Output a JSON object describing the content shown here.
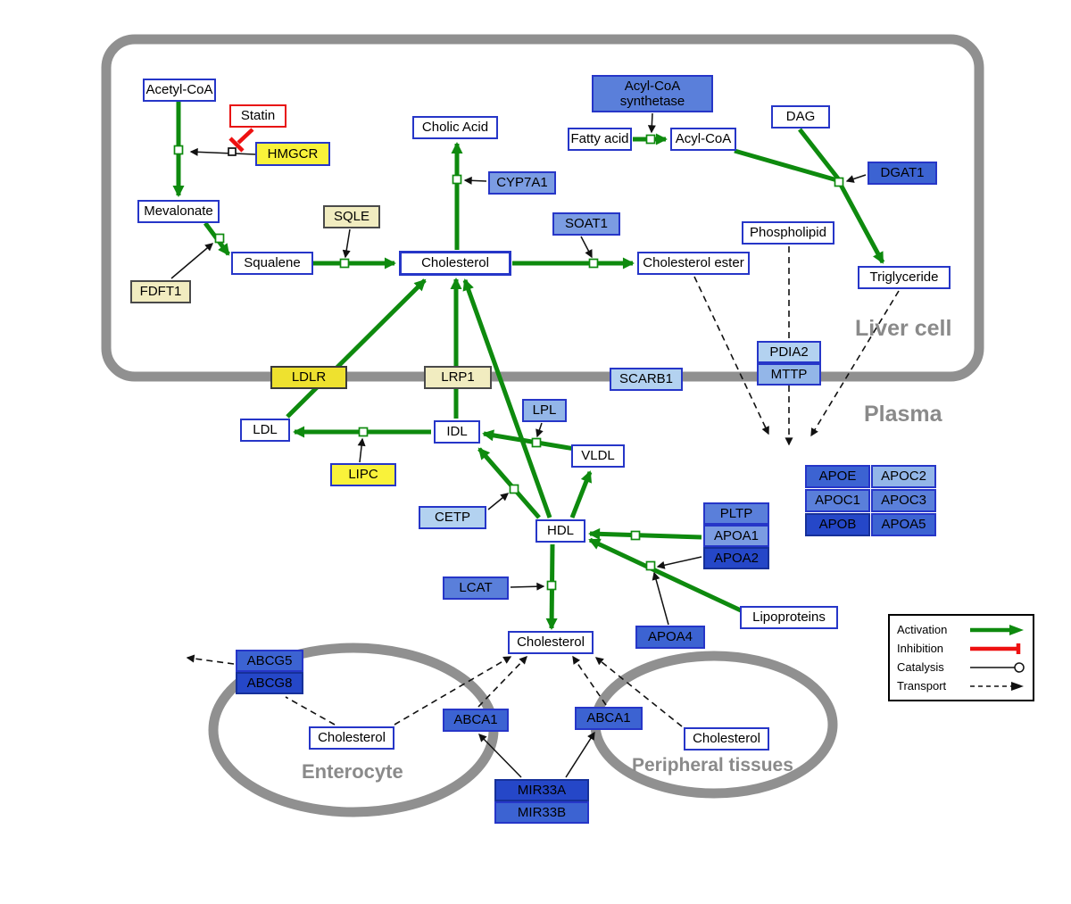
{
  "compartments": {
    "liver": "Liver cell",
    "plasma": "Plasma",
    "enterocyte": "Enterocyte",
    "peripheral": "Peripheral tissues"
  },
  "nodes": {
    "acetyl_coa": "Acetyl-CoA",
    "statin": "Statin",
    "hmgcr": "HMGCR",
    "mevalonate": "Mevalonate",
    "fdft1": "FDFT1",
    "squalene": "Squalene",
    "sqle": "SQLE",
    "cholesterol_liver": "Cholesterol",
    "cholic_acid": "Cholic Acid",
    "cyp7a1": "CYP7A1",
    "soat1": "SOAT1",
    "cholesterol_ester": "Cholesterol ester",
    "acyl_coa_synthetase": "Acyl-CoA synthetase",
    "fatty_acid": "Fatty acid",
    "acyl_coa": "Acyl-CoA",
    "dag": "DAG",
    "dgat1": "DGAT1",
    "phospholipid": "Phospholipid",
    "triglyceride": "Triglyceride",
    "pdia2": "PDIA2",
    "mttp": "MTTP",
    "ldlr": "LDLR",
    "lrp1": "LRP1",
    "scarb1": "SCARB1",
    "ldl": "LDL",
    "idl": "IDL",
    "lpl": "LPL",
    "vldl": "VLDL",
    "lipc": "LIPC",
    "cetp": "CETP",
    "hdl": "HDL",
    "pltp": "PLTP",
    "apoa1": "APOA1",
    "apoa2": "APOA2",
    "apoe": "APOE",
    "apoc2": "APOC2",
    "apoc1": "APOC1",
    "apoc3": "APOC3",
    "apob": "APOB",
    "apoa5": "APOA5",
    "lcat": "LCAT",
    "apoa4": "APOA4",
    "lipoproteins": "Lipoproteins",
    "cholesterol_plasma": "Cholesterol",
    "abcg5": "ABCG5",
    "abcg8": "ABCG8",
    "cholesterol_enterocyte": "Cholesterol",
    "abca1_center": "ABCA1",
    "abca1_right": "ABCA1",
    "cholesterol_peripheral": "Cholesterol",
    "mir33a": "MIR33A",
    "mir33b": "MIR33B"
  },
  "legend": {
    "activation": "Activation",
    "inhibition": "Inhibition",
    "catalysis": "Catalysis",
    "transport": "Transport"
  },
  "colors": {
    "activation_green": "#0e8a0e",
    "inhibition_red": "#ee1111",
    "node_border_blue": "#2636c8",
    "compartment_gray": "#909090",
    "gene_yellow": "#f9f23a",
    "enzyme_pale_yellow": "#f1ecc0",
    "protein_blue_light": "#b3d2f0",
    "protein_blue_dark": "#2547c8"
  }
}
